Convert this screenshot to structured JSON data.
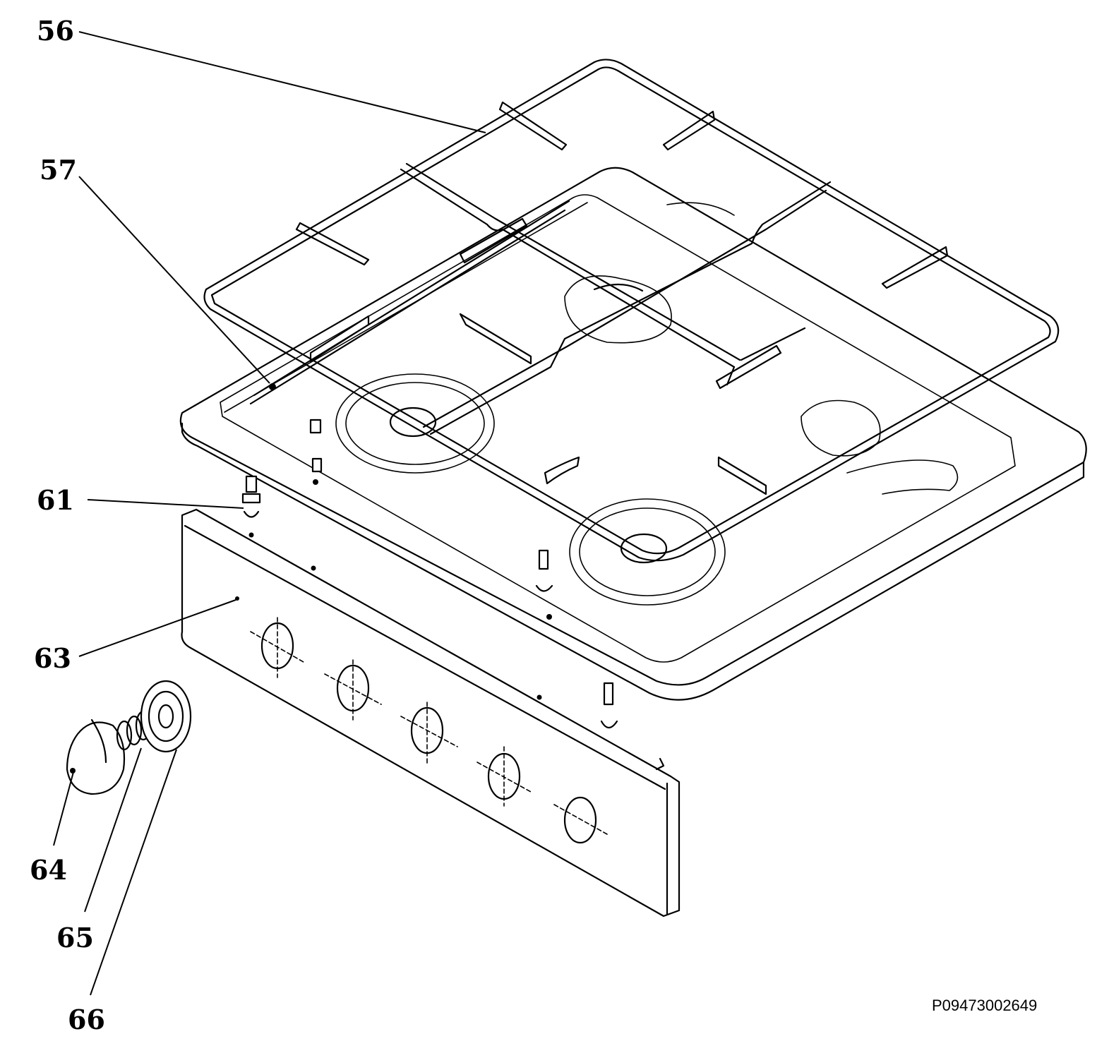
{
  "callouts": [
    {
      "id": "56",
      "label": "56"
    },
    {
      "id": "57",
      "label": "57"
    },
    {
      "id": "61",
      "label": "61"
    },
    {
      "id": "63",
      "label": "63"
    },
    {
      "id": "64",
      "label": "64"
    },
    {
      "id": "65",
      "label": "65"
    },
    {
      "id": "66",
      "label": "66"
    }
  ],
  "drawing_code": "P09473002649"
}
